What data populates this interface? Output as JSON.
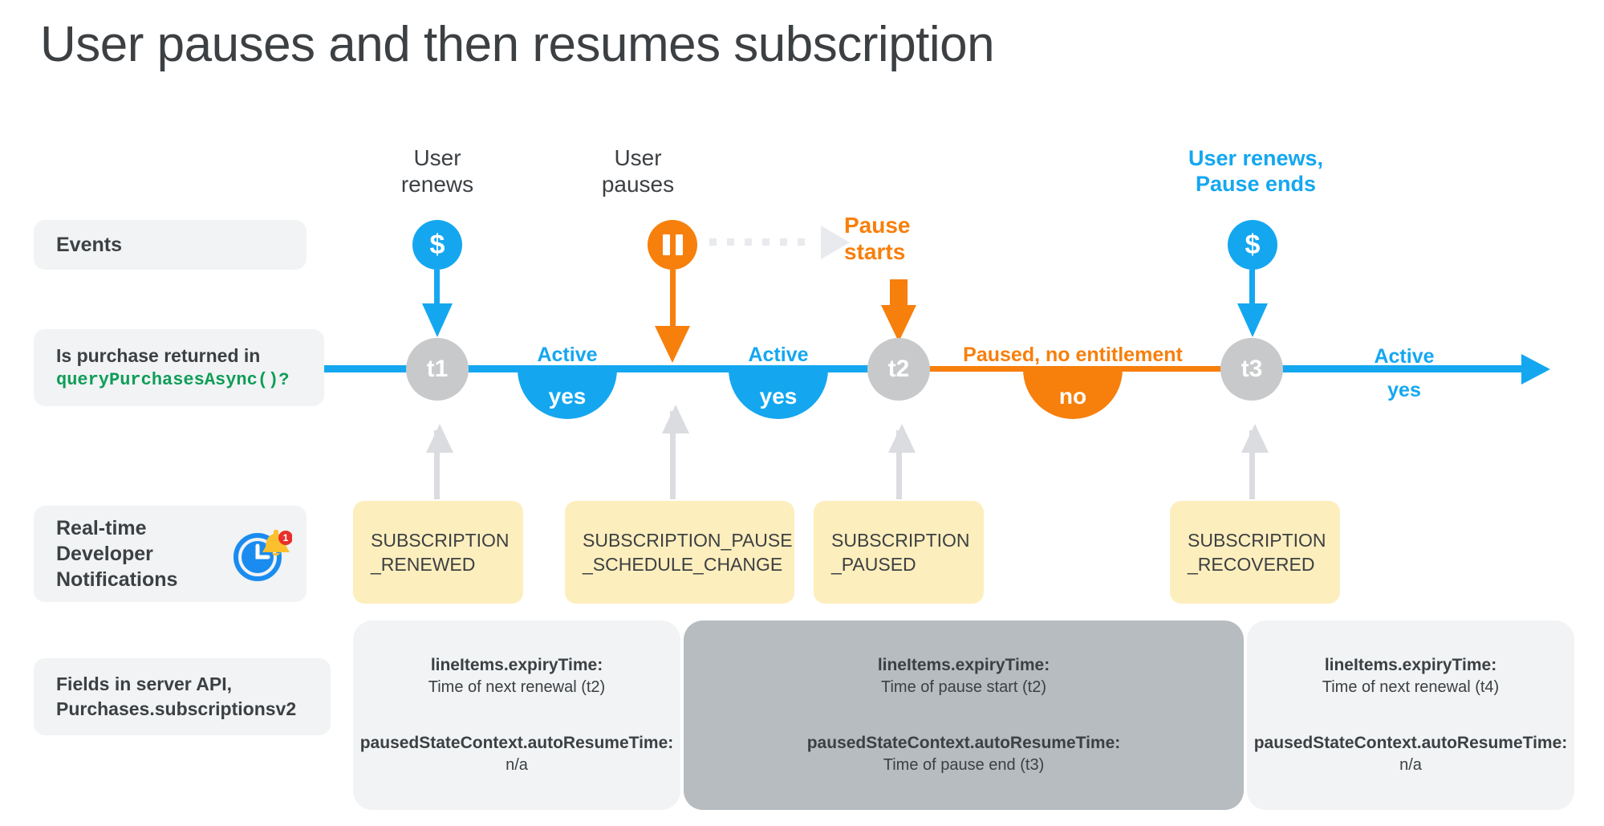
{
  "title": "User pauses and then resumes subscription",
  "row_labels": {
    "events": "Events",
    "query_line1": "Is purchase returned in",
    "query_code": "queryPurchasesAsync()?",
    "rtdn": "Real-time\nDeveloper\nNotifications",
    "rtdn_badge": "1",
    "fields": "Fields in server API,\nPurchases.subscriptionsv2"
  },
  "events": [
    {
      "caption": "User\nrenews",
      "glyph": "$",
      "style": "blue",
      "icon_name": "dollar-icon"
    },
    {
      "caption": "User\npauses",
      "glyph": "II",
      "style": "orange",
      "icon_name": "pause-icon"
    },
    {
      "caption": "Pause\nstarts",
      "style": "orange-text"
    },
    {
      "caption": "User renews,\nPause ends",
      "glyph": "$",
      "style": "blue-bold",
      "icon_name": "dollar-icon"
    }
  ],
  "timeline": {
    "nodes": [
      "t1",
      "t2",
      "t3"
    ],
    "segments": [
      {
        "label": "Active",
        "value": "yes",
        "color": "blue"
      },
      {
        "label": "Active",
        "value": "yes",
        "color": "blue"
      },
      {
        "label": "Paused, no entitlement",
        "value": "no",
        "color": "orange"
      },
      {
        "label": "Active",
        "value": "yes",
        "color": "blue"
      }
    ]
  },
  "notifications": [
    "SUBSCRIPTION\n_RENEWED",
    "SUBSCRIPTION_PAUSE\n_SCHEDULE_CHANGE",
    "SUBSCRIPTION\n_PAUSED",
    "SUBSCRIPTION\n_RECOVERED"
  ],
  "field_cards": [
    {
      "expiry_key": "lineItems.expiryTime:",
      "expiry_val": "Time of next renewal (t2)",
      "resume_key": "pausedStateContext.autoResumeTime:",
      "resume_val": "n/a"
    },
    {
      "expiry_key": "lineItems.expiryTime:",
      "expiry_val": "Time of pause start (t2)",
      "resume_key": "pausedStateContext.autoResumeTime:",
      "resume_val": "Time of pause end (t3)"
    },
    {
      "expiry_key": "lineItems.expiryTime:",
      "expiry_val": "Time of next renewal (t4)",
      "resume_key": "pausedStateContext.autoResumeTime:",
      "resume_val": "n/a"
    }
  ],
  "colors": {
    "blue": "#14a7f0",
    "orange": "#f77f0c",
    "grey_node": "#c8c9ca",
    "chip_bg": "#f1f3f4",
    "card_yellow": "#fdeebd",
    "card_dark": "#b6bcc0",
    "code_green": "#0f9d58",
    "text": "#3c4043"
  }
}
